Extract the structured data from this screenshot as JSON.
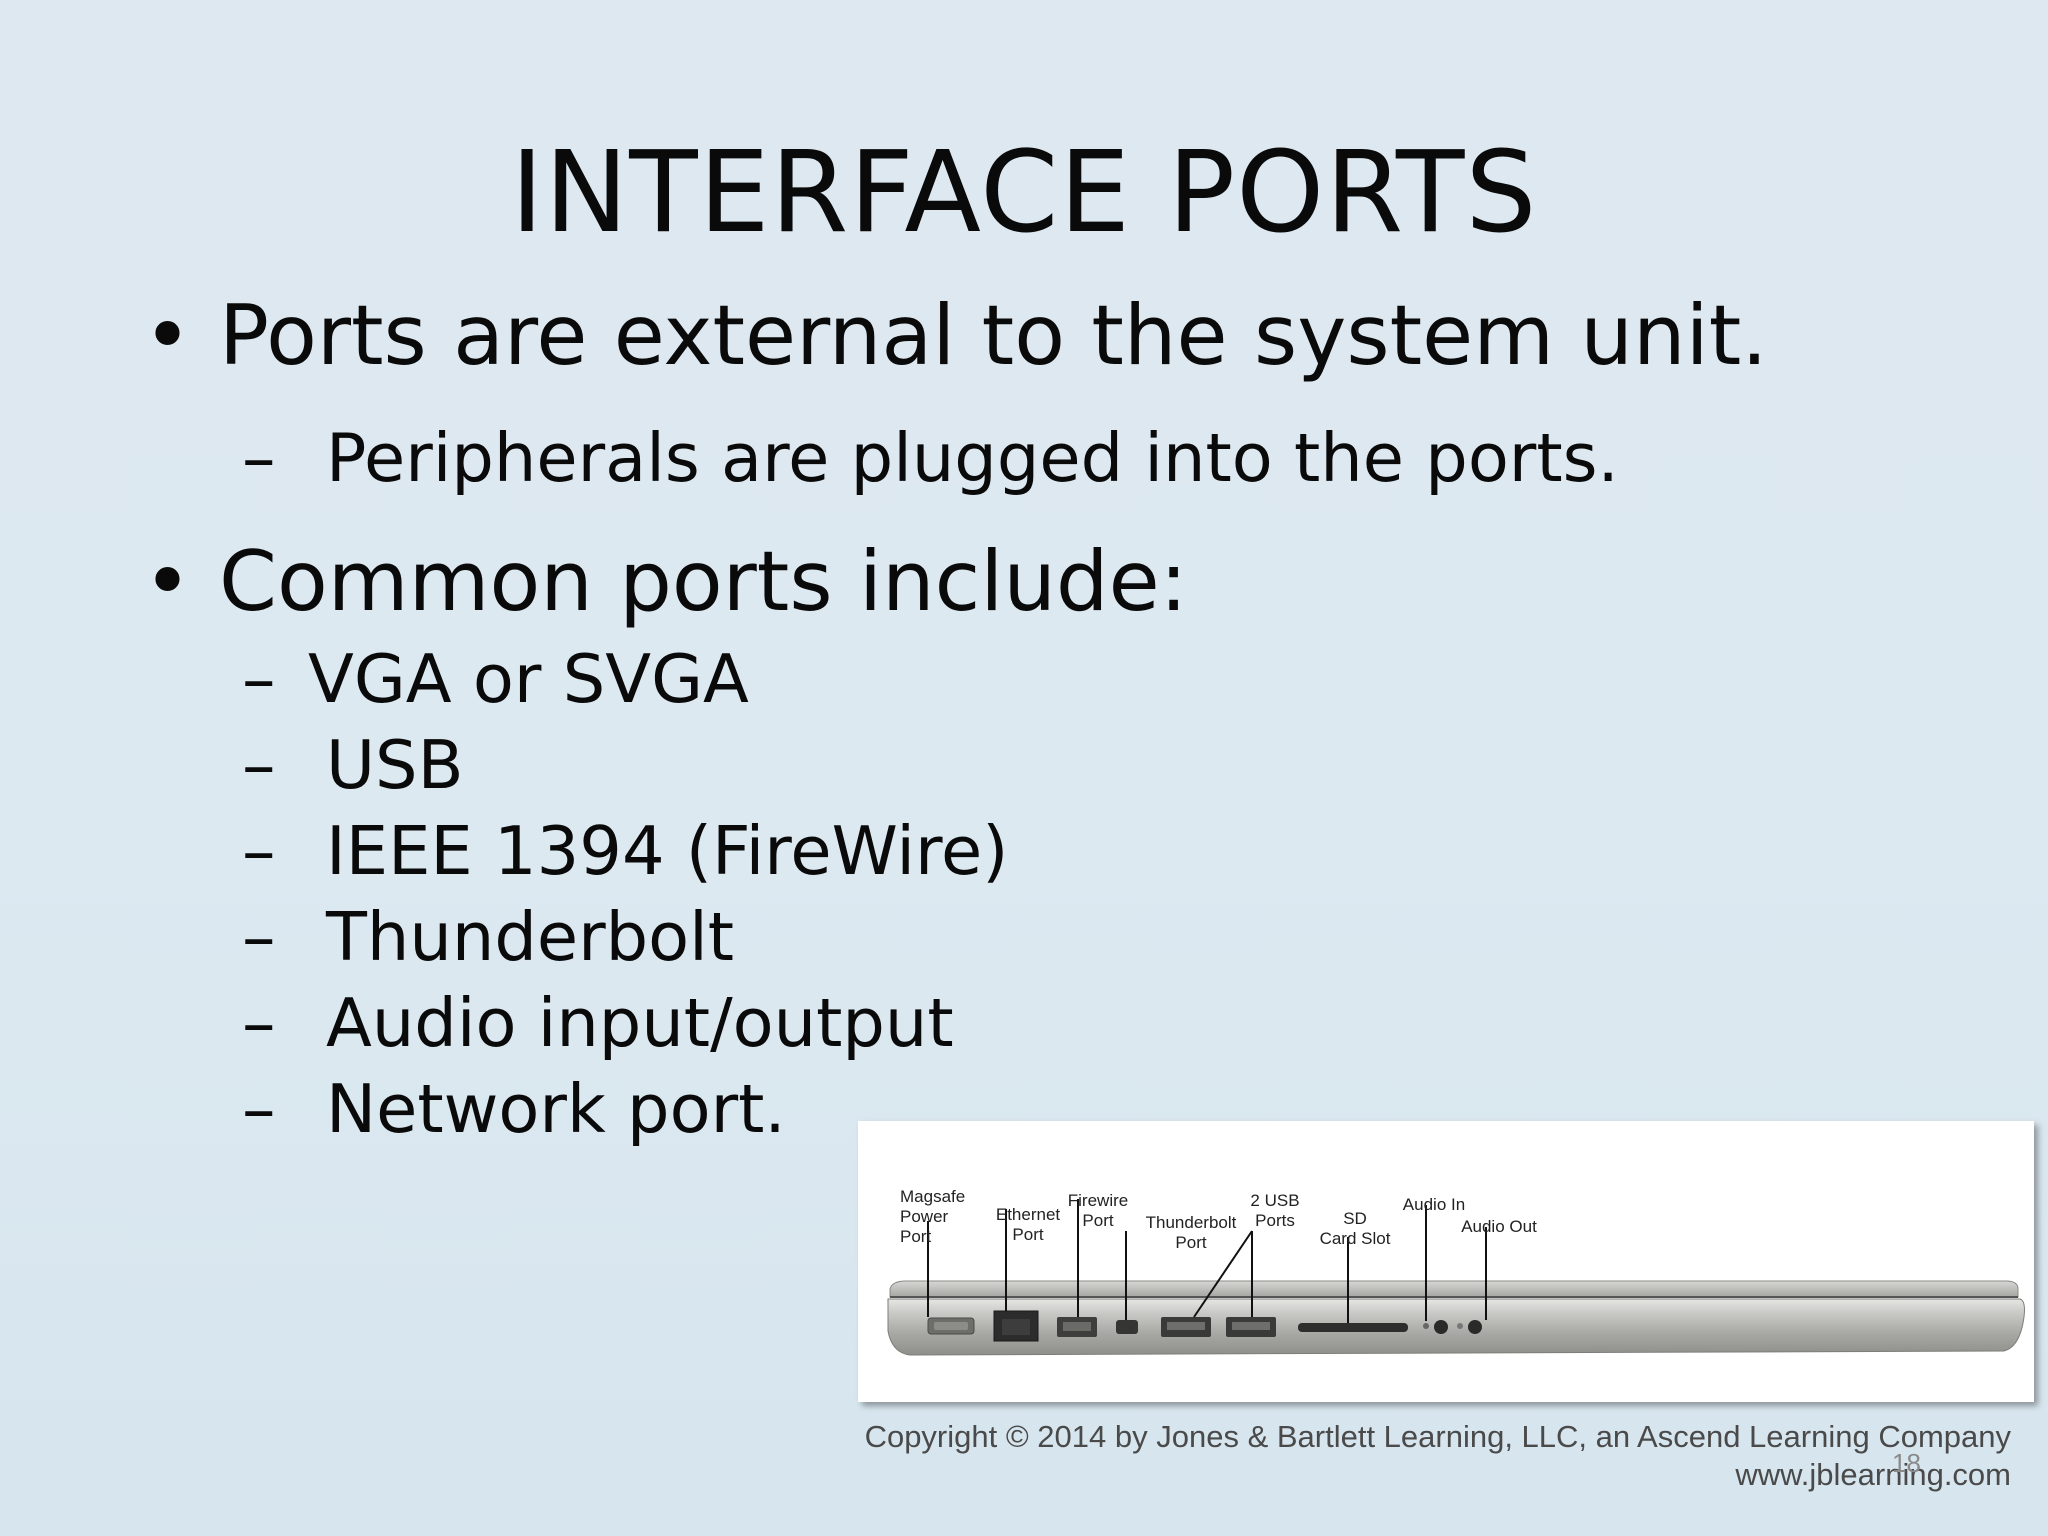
{
  "slide": {
    "title": "INTERFACE PORTS",
    "bullets": [
      {
        "marker": "•",
        "text": "Ports are external to the system unit."
      },
      {
        "marker": "•",
        "text": "Common ports include:"
      }
    ],
    "sub_points_1": [
      {
        "marker": "–",
        "text": "Peripherals are plugged into the ports."
      }
    ],
    "sub_points_2": [
      {
        "marker": "–",
        "text": "VGA or SVGA"
      },
      {
        "marker": "–",
        "text": "USB"
      },
      {
        "marker": "–",
        "text": "IEEE 1394 (FireWire)"
      },
      {
        "marker": "–",
        "text": "Thunderbolt"
      },
      {
        "marker": "–",
        "text": "Audio input/output"
      },
      {
        "marker": "–",
        "text": "Network port."
      }
    ],
    "photo_labels": {
      "magsafe": "Magsafe\nPower\nPort",
      "ethernet": "Ethernet\nPort",
      "firewire": "Firewire\nPort",
      "thunderbolt": "Thunderbolt\nPort",
      "usb": "2 USB\nPorts",
      "sd": "SD\nCard Slot",
      "audio_in": "Audio In",
      "audio_out": "Audio Out"
    },
    "copyright_line1": "Copyright © 2014 by Jones & Bartlett Learning, LLC, an Ascend Learning Company",
    "copyright_line2": "www.jblearning.com",
    "page_number": "18"
  }
}
